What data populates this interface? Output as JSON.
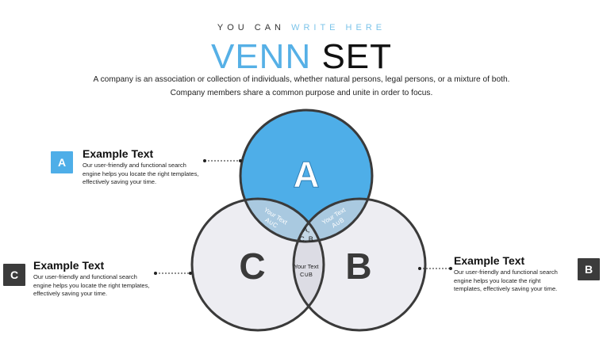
{
  "header": {
    "kicker_part1": "YOU CAN",
    "kicker_part2": "WRITE HERE",
    "title_part1": "VENN",
    "title_part2": "SET",
    "description": "A company is an association or collection of individuals, whether natural persons, legal persons, or a mixture of both. Company members share a common purpose and unite in order to focus."
  },
  "callouts": {
    "a": {
      "badge": "A",
      "title": "Example Text",
      "body": "Our user-friendly and functional search engine helps you locate the right templates, effectively saving your time."
    },
    "c": {
      "badge": "C",
      "title": "Example Text",
      "body": "Our user-friendly and functional search engine helps you locate the right templates, effectively saving your time."
    },
    "b": {
      "badge": "B",
      "title": "Example Text",
      "body": "Our user-friendly and functional search engine helps you locate the right templates, effectively saving your time."
    }
  },
  "venn": {
    "set_a": "A",
    "set_b": "B",
    "set_c": "C",
    "intersect_ac_line1": "Your Text",
    "intersect_ac_line2": "A∪C",
    "intersect_ab_line1": "Your Text",
    "intersect_ab_line2": "A∪B",
    "intersect_cb_line1": "Your Text",
    "intersect_cb_line2": "C∪B",
    "center_line1": "A,",
    "center_line2": "C, B"
  },
  "colors": {
    "circle_a_fill": "#4eaee8",
    "circle_outline": "#3a3a3a",
    "circle_gray_fill": "#ededf2",
    "overlap_fill": "#b8cfe0",
    "badge_dark": "#3b3b3b"
  }
}
